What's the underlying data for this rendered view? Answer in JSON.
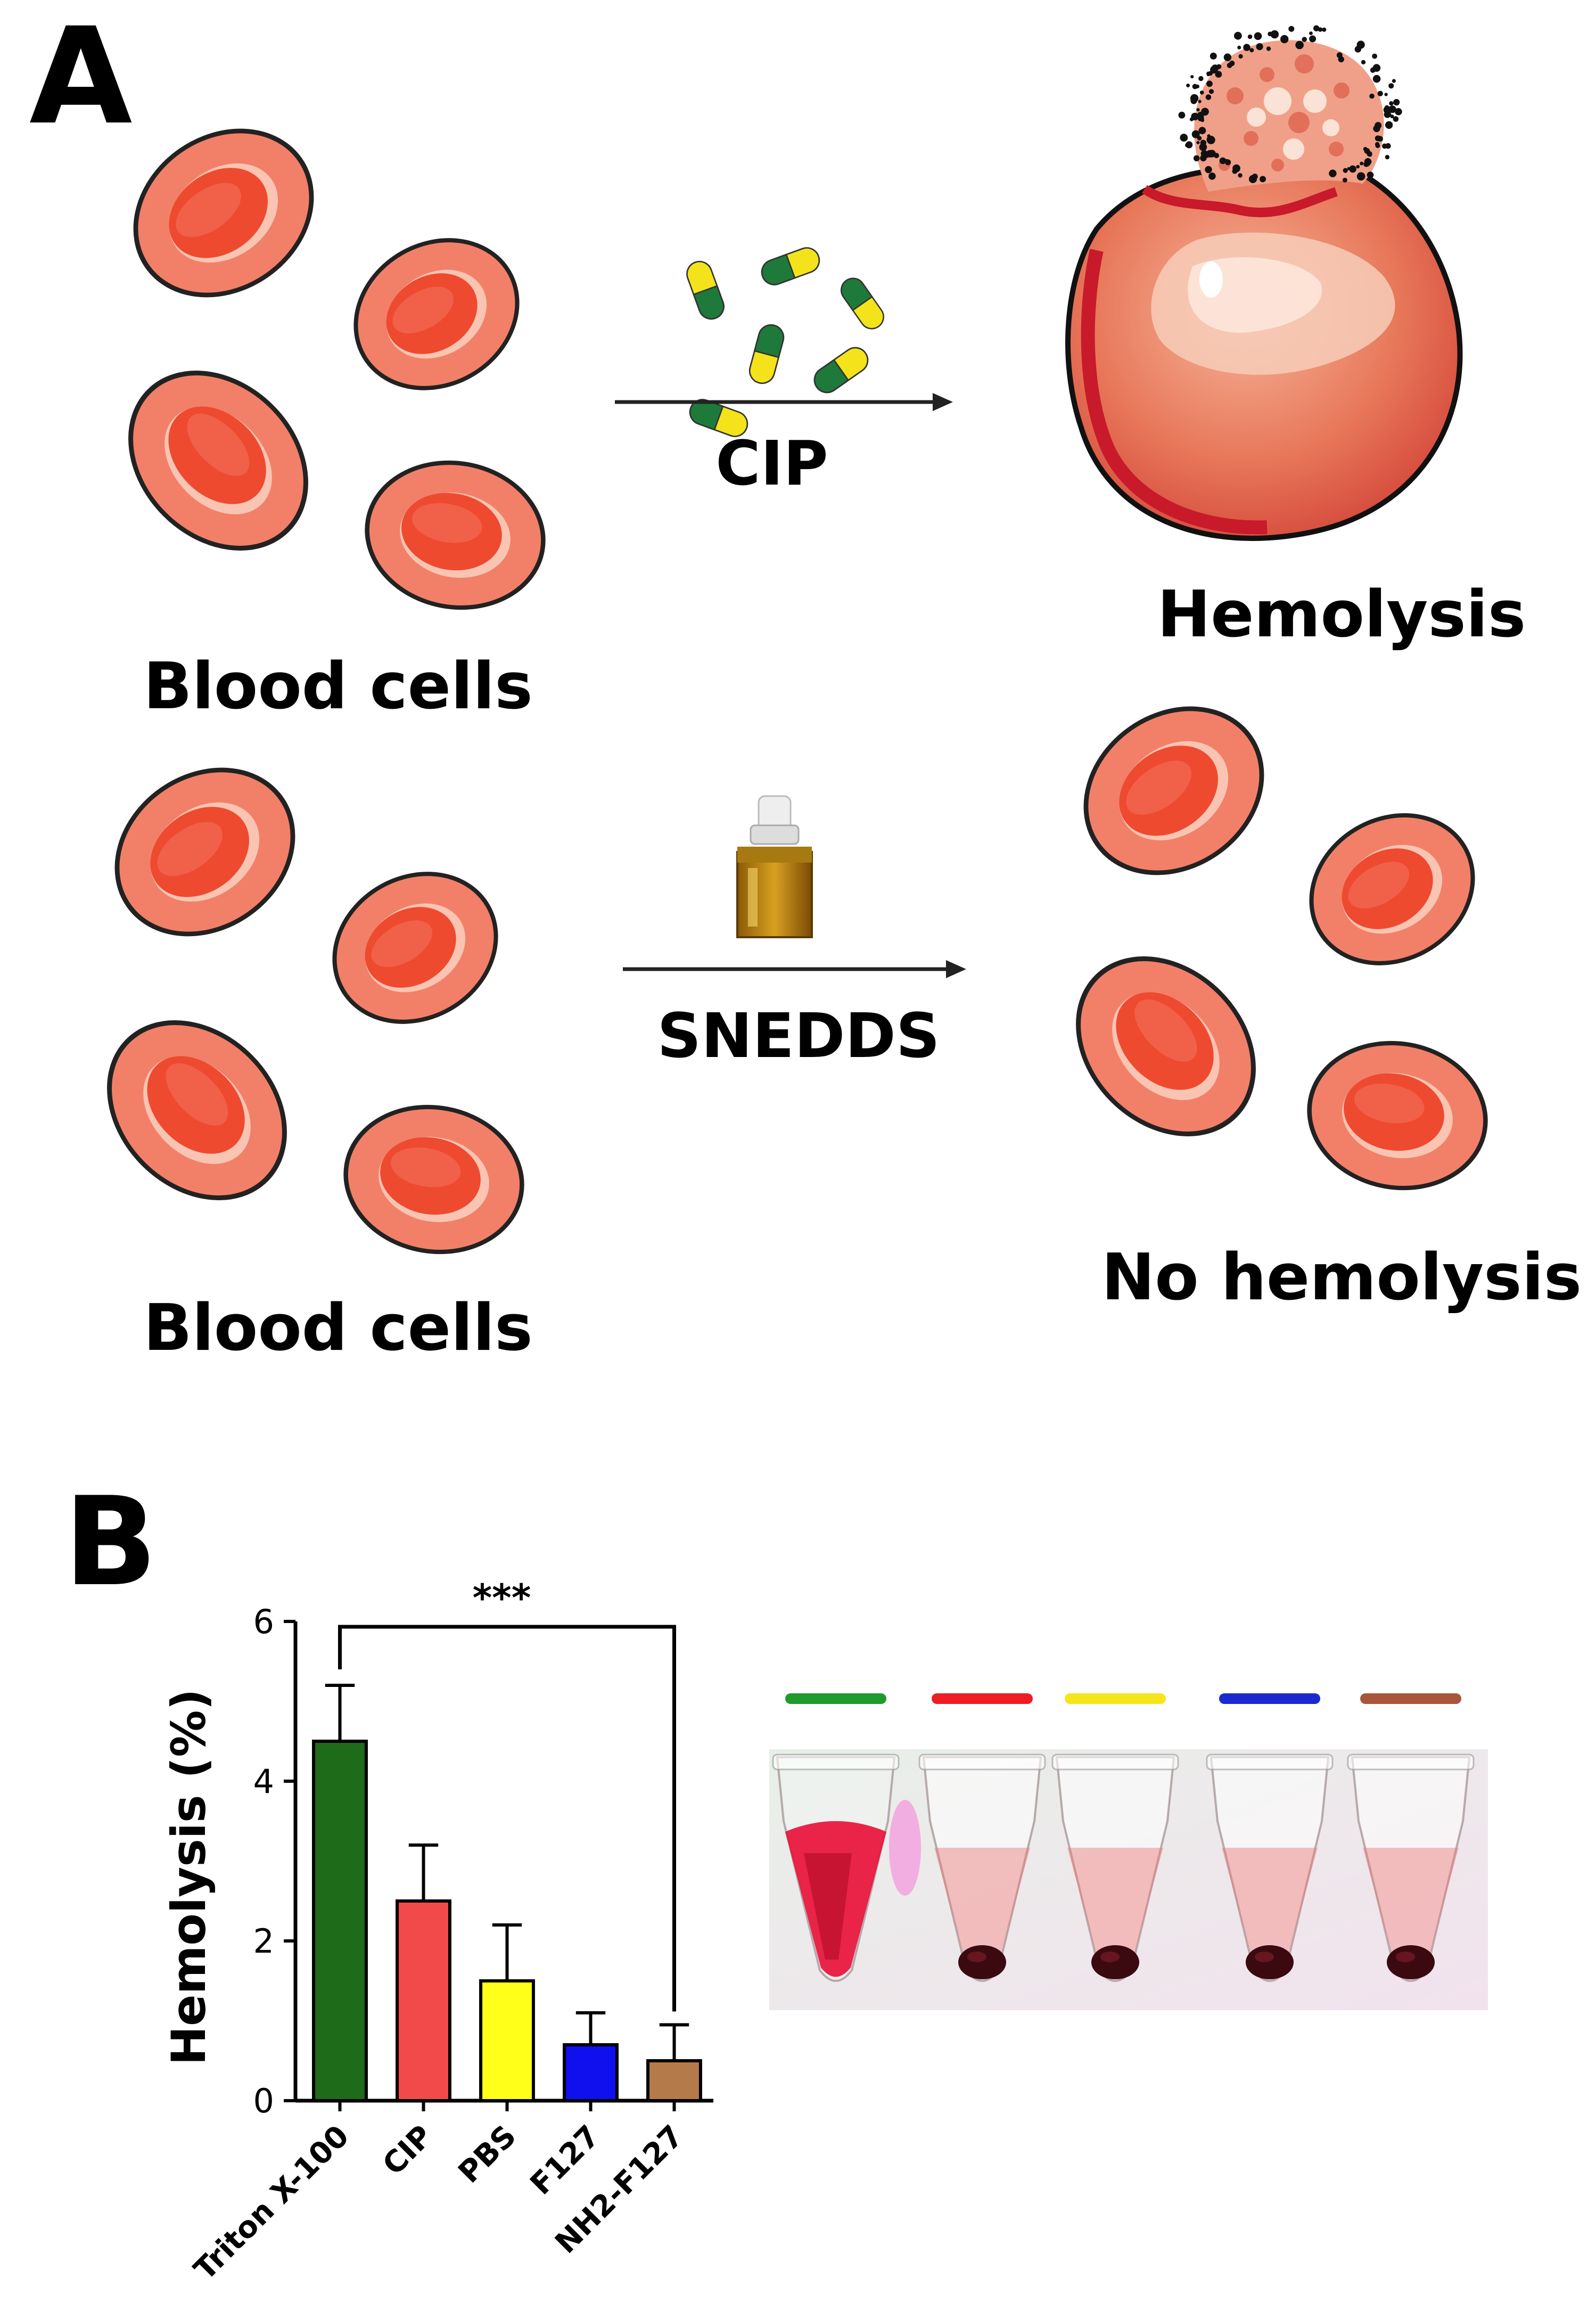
{
  "panel_a": {
    "label": "A",
    "blood_cells_top": "Blood cells",
    "blood_cells_bottom": "Blood cells",
    "reagent_top": "CIP",
    "reagent_bottom": "SNEDDS",
    "result_top": "Hemolysis",
    "result_bottom": "No hemolysis"
  },
  "panel_b": {
    "label": "B",
    "significance": "***"
  },
  "chart_data": {
    "type": "bar",
    "categories": [
      "Triton X-100",
      "CIP",
      "PBS",
      "F127",
      "NH2-F127"
    ],
    "values": [
      4.5,
      2.5,
      1.5,
      0.7,
      0.5
    ],
    "errors": [
      0.7,
      0.7,
      0.7,
      0.4,
      0.45
    ],
    "colors": [
      "#1e6b1a",
      "#f24a4a",
      "#ffff1a",
      "#1010ee",
      "#b57a4a"
    ],
    "ylabel": "Hemolysis (%)",
    "ylim": [
      0,
      6
    ],
    "yticks": [
      "0",
      "2",
      "4",
      "6"
    ],
    "grid": false
  },
  "tube_colors": [
    "#1f9a2c",
    "#ee1c25",
    "#f5e51a",
    "#1a2ad0",
    "#a8553a"
  ]
}
